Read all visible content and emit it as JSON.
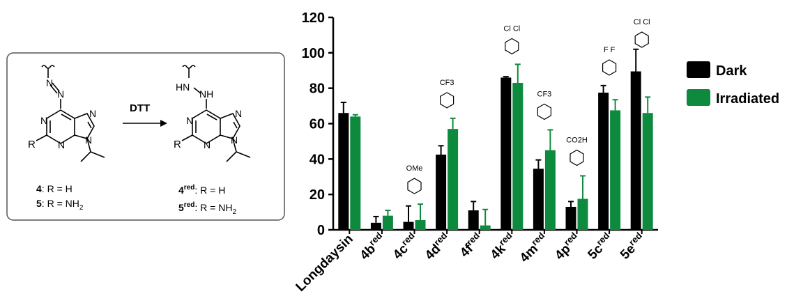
{
  "scheme": {
    "reagent": "DTT",
    "left_labels": [
      {
        "num": "4",
        "sep": ": R = H"
      },
      {
        "num": "5",
        "sep": ": R = NH",
        "sub": "2"
      }
    ],
    "right_labels": [
      {
        "num": "4",
        "sup": "red",
        "sep": ": R = H"
      },
      {
        "num": "5",
        "sup": "red",
        "sep": ": R = NH",
        "sub": "2"
      }
    ],
    "atoms": {
      "N": "N",
      "NH": "NH",
      "HN": "HN",
      "R": "R"
    }
  },
  "chart_data": {
    "type": "bar",
    "categories": [
      "Longdaysin",
      "4b",
      "4c",
      "4d",
      "4f",
      "4k",
      "4m",
      "4p",
      "5c",
      "5e"
    ],
    "category_superscripts": [
      "",
      "red",
      "red",
      "red",
      "red",
      "red",
      "red",
      "red",
      "red",
      "red"
    ],
    "series": [
      {
        "name": "Dark",
        "color": "#000000",
        "values": [
          66,
          4,
          4.5,
          42.5,
          11,
          86,
          34.5,
          13,
          77.5,
          89.5
        ],
        "errors": [
          6,
          3.5,
          9,
          5,
          5,
          0.5,
          5,
          3,
          4,
          12.5
        ]
      },
      {
        "name": "Irradiated",
        "color": "#0e8a3e",
        "values": [
          64,
          8,
          5.5,
          57,
          2.5,
          83,
          45,
          17.5,
          67.5,
          66
        ],
        "errors": [
          1,
          3,
          9,
          6,
          9,
          10.5,
          11.5,
          13,
          6,
          9
        ]
      }
    ],
    "ylim": [
      0,
      120
    ],
    "yticks": [
      0,
      20,
      40,
      60,
      80,
      100,
      120
    ],
    "legend_position": "right",
    "substituent_labels": [
      "",
      "",
      "OMe",
      "CF3",
      "",
      "Cl Cl",
      "CF3",
      "CO2H",
      "F F",
      "Cl Cl"
    ],
    "grid": false
  }
}
